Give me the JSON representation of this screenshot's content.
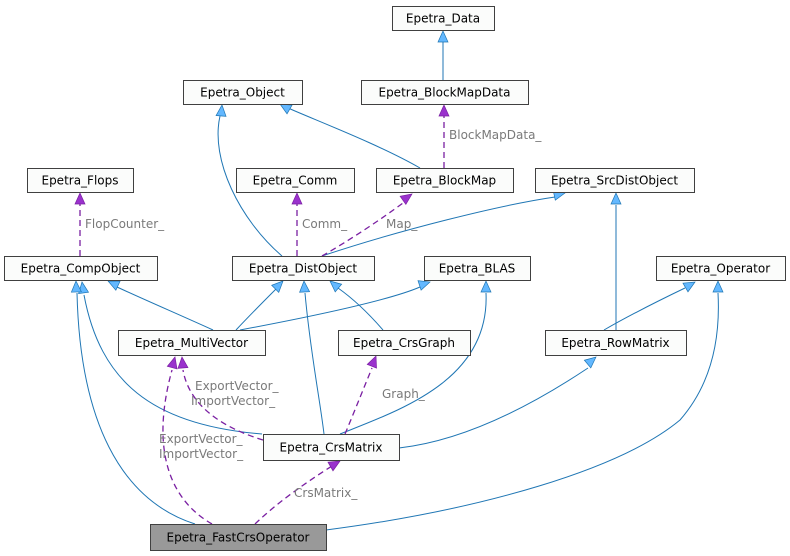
{
  "diagram": {
    "title": "Epetra_FastCrsOperator collaboration graph",
    "colors": {
      "inherit_edge": "#1f76b4",
      "inherit_arrow": "#63b8ff",
      "usage_edge": "#7a1fa2",
      "usage_arrow": "#9a32cd",
      "node_fill": "#fbfcfb",
      "focus_fill": "#999999",
      "label_text": "#7a7a7a"
    },
    "nodes": [
      {
        "id": "Epetra_Data",
        "label": "Epetra_Data"
      },
      {
        "id": "Epetra_Object",
        "label": "Epetra_Object"
      },
      {
        "id": "Epetra_BlockMapData",
        "label": "Epetra_BlockMapData"
      },
      {
        "id": "Epetra_Flops",
        "label": "Epetra_Flops"
      },
      {
        "id": "Epetra_Comm",
        "label": "Epetra_Comm"
      },
      {
        "id": "Epetra_BlockMap",
        "label": "Epetra_BlockMap"
      },
      {
        "id": "Epetra_SrcDistObject",
        "label": "Epetra_SrcDistObject"
      },
      {
        "id": "Epetra_CompObject",
        "label": "Epetra_CompObject"
      },
      {
        "id": "Epetra_DistObject",
        "label": "Epetra_DistObject"
      },
      {
        "id": "Epetra_BLAS",
        "label": "Epetra_BLAS"
      },
      {
        "id": "Epetra_Operator",
        "label": "Epetra_Operator"
      },
      {
        "id": "Epetra_MultiVector",
        "label": "Epetra_MultiVector"
      },
      {
        "id": "Epetra_CrsGraph",
        "label": "Epetra_CrsGraph"
      },
      {
        "id": "Epetra_RowMatrix",
        "label": "Epetra_RowMatrix"
      },
      {
        "id": "Epetra_CrsMatrix",
        "label": "Epetra_CrsMatrix"
      },
      {
        "id": "Epetra_FastCrsOperator",
        "label": "Epetra_FastCrsOperator",
        "focus": true
      }
    ],
    "edges": [
      {
        "from": "Epetra_BlockMapData",
        "to": "Epetra_Data",
        "type": "inherit"
      },
      {
        "from": "Epetra_BlockMap",
        "to": "Epetra_Object",
        "type": "inherit"
      },
      {
        "from": "Epetra_BlockMap",
        "to": "Epetra_BlockMapData",
        "type": "usage",
        "label": "BlockMapData_"
      },
      {
        "from": "Epetra_CompObject",
        "to": "Epetra_Flops",
        "type": "usage",
        "label": "FlopCounter_"
      },
      {
        "from": "Epetra_DistObject",
        "to": "Epetra_Object",
        "type": "inherit"
      },
      {
        "from": "Epetra_DistObject",
        "to": "Epetra_SrcDistObject",
        "type": "inherit"
      },
      {
        "from": "Epetra_DistObject",
        "to": "Epetra_Comm",
        "type": "usage",
        "label": "Comm_"
      },
      {
        "from": "Epetra_DistObject",
        "to": "Epetra_BlockMap",
        "type": "usage",
        "label": "Map_"
      },
      {
        "from": "Epetra_MultiVector",
        "to": "Epetra_CompObject",
        "type": "inherit"
      },
      {
        "from": "Epetra_MultiVector",
        "to": "Epetra_DistObject",
        "type": "inherit"
      },
      {
        "from": "Epetra_MultiVector",
        "to": "Epetra_BLAS",
        "type": "inherit"
      },
      {
        "from": "Epetra_CrsGraph",
        "to": "Epetra_DistObject",
        "type": "inherit"
      },
      {
        "from": "Epetra_RowMatrix",
        "to": "Epetra_Operator",
        "type": "inherit"
      },
      {
        "from": "Epetra_RowMatrix",
        "to": "Epetra_SrcDistObject",
        "type": "inherit"
      },
      {
        "from": "Epetra_CrsMatrix",
        "to": "Epetra_CompObject",
        "type": "inherit"
      },
      {
        "from": "Epetra_CrsMatrix",
        "to": "Epetra_DistObject",
        "type": "inherit"
      },
      {
        "from": "Epetra_CrsMatrix",
        "to": "Epetra_BLAS",
        "type": "inherit"
      },
      {
        "from": "Epetra_CrsMatrix",
        "to": "Epetra_RowMatrix",
        "type": "inherit"
      },
      {
        "from": "Epetra_CrsMatrix",
        "to": "Epetra_MultiVector",
        "type": "usage",
        "label": "ExportVector_\nImportVector_"
      },
      {
        "from": "Epetra_CrsMatrix",
        "to": "Epetra_CrsGraph",
        "type": "usage",
        "label": "Graph_"
      },
      {
        "from": "Epetra_FastCrsOperator",
        "to": "Epetra_CompObject",
        "type": "inherit"
      },
      {
        "from": "Epetra_FastCrsOperator",
        "to": "Epetra_Operator",
        "type": "inherit"
      },
      {
        "from": "Epetra_FastCrsOperator",
        "to": "Epetra_MultiVector",
        "type": "usage",
        "label": "ExportVector_\nImportVector_"
      },
      {
        "from": "Epetra_FastCrsOperator",
        "to": "Epetra_CrsMatrix",
        "type": "usage",
        "label": "CrsMatrix_"
      }
    ]
  }
}
